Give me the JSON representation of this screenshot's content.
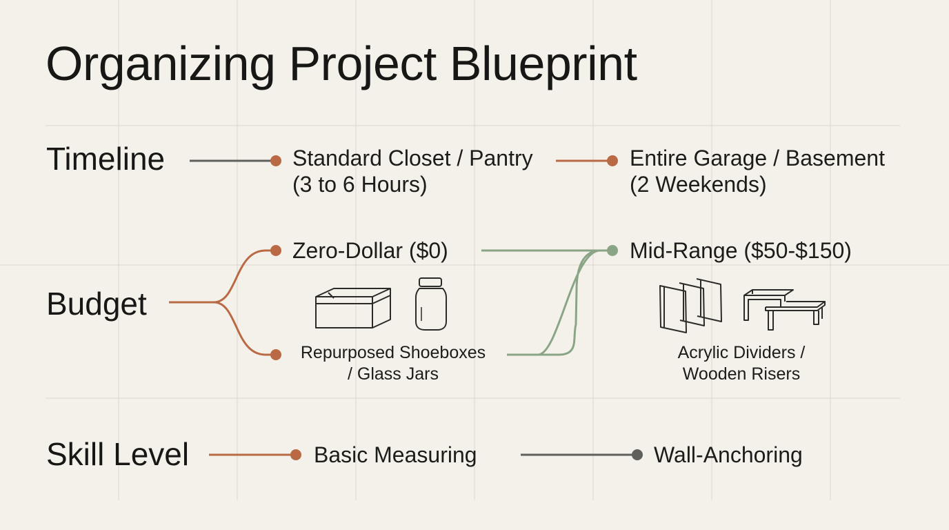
{
  "title": "Organizing Project Blueprint",
  "colors": {
    "background": "#f4f1ea",
    "grid": "#dcd8cf",
    "rust": "#b96a45",
    "sage": "#8aa585",
    "charcoal": "#5f5f5b",
    "text": "#1c1c1a"
  },
  "timeline": {
    "label": "Timeline",
    "option_a_line1": "Standard Closet / Pantry",
    "option_a_line2": "(3 to 6 Hours)",
    "option_b_line1": "Entire Garage / Basement",
    "option_b_line2": "(2 Weekends)"
  },
  "budget": {
    "label": "Budget",
    "tier_zero": "Zero-Dollar ($0)",
    "tier_zero_items_line1": "Repurposed Shoeboxes",
    "tier_zero_items_line2": "/ Glass Jars",
    "tier_mid": "Mid-Range ($50-$150)",
    "tier_mid_items_line1": "Acrylic Dividers /",
    "tier_mid_items_line2": "Wooden Risers",
    "icons": [
      "shoebox-icon",
      "glass-jar-icon",
      "acrylic-dividers-icon",
      "wooden-risers-icon"
    ]
  },
  "skill": {
    "label": "Skill Level",
    "level_basic": "Basic Measuring",
    "level_advanced": "Wall-Anchoring"
  }
}
